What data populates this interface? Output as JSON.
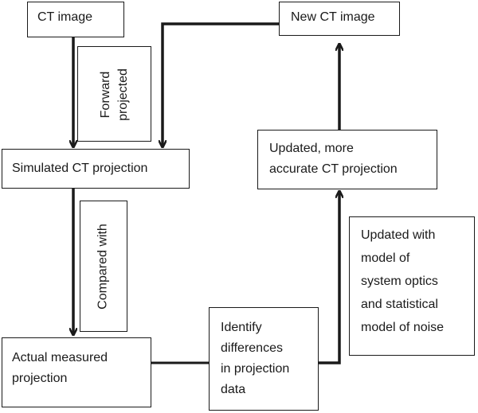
{
  "nodes": {
    "ct_image": "CT image",
    "new_ct_image": "New CT image",
    "simulated_projection": "Simulated CT projection",
    "actual_projection": "Actual measured\nprojection",
    "identify_differences": "Identify\ndifferences\nin projection\ndata",
    "updated_projection": "Updated, more\naccurate CT projection"
  },
  "edge_labels": {
    "forward_projected": "Forward\nprojected",
    "compared_with": "Compared with",
    "updated_with": "Updated with\nmodel of\nsystem optics\nand statistical\nmodel of noise"
  }
}
